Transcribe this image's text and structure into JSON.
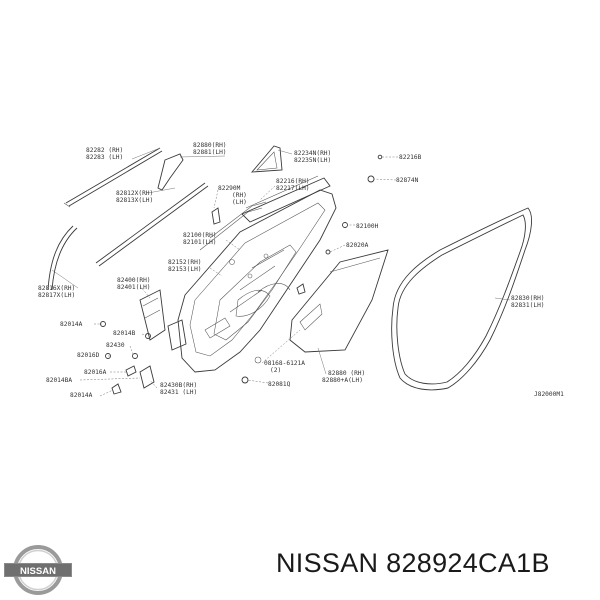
{
  "diagram": {
    "labels": [
      {
        "id": "l1",
        "text": "82282 (RH)"
      },
      {
        "id": "l2",
        "text": "82283 (LH)"
      },
      {
        "id": "l3",
        "text": "82880(RH)"
      },
      {
        "id": "l4",
        "text": "82881(LH)"
      },
      {
        "id": "l5",
        "text": "82234N(RH)"
      },
      {
        "id": "l6",
        "text": "82235N(LH)"
      },
      {
        "id": "l7",
        "text": "82216B"
      },
      {
        "id": "l8",
        "text": "82812X(RH)"
      },
      {
        "id": "l9",
        "text": "82813X(LH)"
      },
      {
        "id": "l10",
        "text": "82290M"
      },
      {
        "id": "l11",
        "text": "(RH)"
      },
      {
        "id": "l12",
        "text": "(LH)"
      },
      {
        "id": "l13",
        "text": "82216(RH)"
      },
      {
        "id": "l14",
        "text": "82217(LH)"
      },
      {
        "id": "l15",
        "text": "82874N"
      },
      {
        "id": "l16",
        "text": "82100(RH)"
      },
      {
        "id": "l17",
        "text": "82101(LH)"
      },
      {
        "id": "l18",
        "text": "82100H"
      },
      {
        "id": "l19",
        "text": "82020A"
      },
      {
        "id": "l20",
        "text": "82152(RH)"
      },
      {
        "id": "l21",
        "text": "82153(LH)"
      },
      {
        "id": "l22",
        "text": "82816X(RH)"
      },
      {
        "id": "l23",
        "text": "82817X(LH)"
      },
      {
        "id": "l24",
        "text": "82400(RH)"
      },
      {
        "id": "l25",
        "text": "82401(LH)"
      },
      {
        "id": "l26",
        "text": "82014A"
      },
      {
        "id": "l27",
        "text": "82014B"
      },
      {
        "id": "l28",
        "text": "82430"
      },
      {
        "id": "l29",
        "text": "82016D"
      },
      {
        "id": "l30",
        "text": "82016A"
      },
      {
        "id": "l31",
        "text": "82014BA"
      },
      {
        "id": "l32",
        "text": "82014A"
      },
      {
        "id": "l33",
        "text": "82430B(RH)"
      },
      {
        "id": "l34",
        "text": "82431 (LH)"
      },
      {
        "id": "l35",
        "text": "08168-6121A"
      },
      {
        "id": "l36",
        "text": "(2)"
      },
      {
        "id": "l37",
        "text": "82081Q"
      },
      {
        "id": "l38",
        "text": "82880 (RH)"
      },
      {
        "id": "l39",
        "text": "82880+A(LH)"
      },
      {
        "id": "l40",
        "text": "82830(RH)"
      },
      {
        "id": "l41",
        "text": "82831(LH)"
      },
      {
        "id": "l42",
        "text": "J82000M1"
      }
    ]
  },
  "footer": {
    "brand_logo_text": "NISSAN",
    "caption": "NISSAN 828924CA1B"
  }
}
